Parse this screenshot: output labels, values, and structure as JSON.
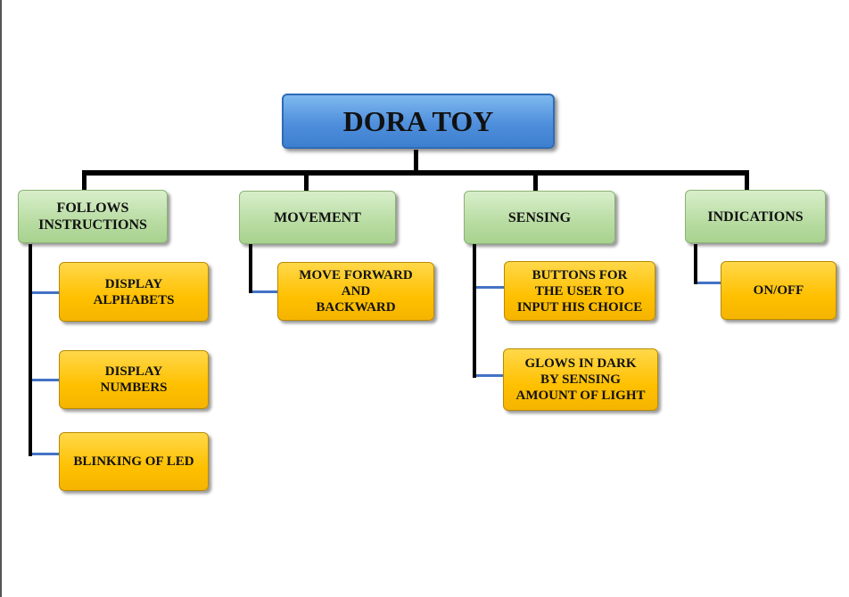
{
  "root": {
    "label": "DORA TOY"
  },
  "categories": [
    {
      "label": "FOLLOWS\nINSTRUCTIONS",
      "items": [
        "DISPLAY\nALPHABETS",
        "DISPLAY\nNUMBERS",
        "BLINKING OF LED"
      ]
    },
    {
      "label": "MOVEMENT",
      "items": [
        "MOVE FORWARD\nAND\nBACKWARD"
      ]
    },
    {
      "label": "SENSING",
      "items": [
        "BUTTONS FOR\nTHE USER TO\nINPUT HIS CHOICE",
        "GLOWS IN DARK\nBY SENSING\nAMOUNT OF LIGHT"
      ]
    },
    {
      "label": "INDICATIONS",
      "items": [
        "ON/OFF"
      ]
    }
  ]
}
